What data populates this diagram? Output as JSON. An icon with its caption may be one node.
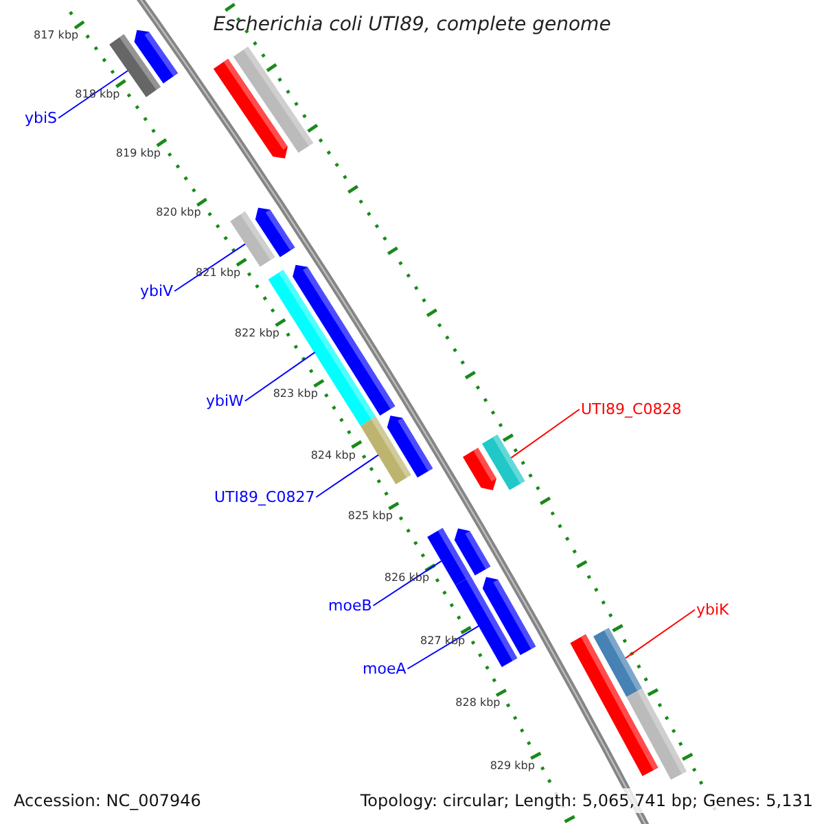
{
  "diagram": {
    "title": "Escherichia coli UTI89, complete genome",
    "nodes": [
      {
        "text": [
          "ybiS"
        ]
      },
      {
        "text": [],
        "shape": "bar"
      },
      {
        "text": [
          "ybiV"
        ]
      },
      {
        "text": [],
        "shape": "bar"
      },
      {
        "text": [
          "ybiW"
        ]
      },
      {
        "text": [],
        "shape": "bar"
      },
      {
        "text": [
          "UTI89_C0828"
        ]
      },
      {
        "text": [],
        "shape": "bar"
      },
      {
        "text": [
          "UTI89_C0827"
        ]
      },
      {
        "text": [],
        "shape": "bar"
      },
      {
        "text": [
          "moeB"
        ]
      },
      {
        "text": [],
        "shape": "bar"
      },
      {
        "text": [
          "ybiK"
        ]
      },
      {
        "text": [],
        "shape": "bar"
      },
      {
        "text": [
          "moeA"
        ]
      },
      {
        "text": [],
        "shape": "bar"
      },
      {
        "text": [],
        "shape": "bar"
      },
      {
        "text": [],
        "shape": "bar"
      },
      {
        "text": [],
        "shape": "bar"
      },
      {
        "text": [],
        "shape": "bar"
      },
      {
        "text": [],
        "shape": "bar"
      },
      {
        "text": [],
        "shape": "bar"
      },
      {
        "text": [],
        "shape": "bar"
      },
      {
        "text": [],
        "shape": "bar"
      },
      {
        "text": [],
        "shape": "bar"
      },
      {
        "text": [],
        "shape": "bar"
      },
      {
        "text": [],
        "shape": "bar"
      }
    ],
    "edges": [
      {
        "from": 0,
        "to": 1,
        "arrow": "none"
      },
      {
        "from": 2,
        "to": 3,
        "arrow": "none"
      },
      {
        "from": 4,
        "to": 5,
        "arrow": "none"
      },
      {
        "from": 6,
        "to": 7,
        "arrow": "none",
        "color": "#ff0000"
      },
      {
        "from": 8,
        "to": 9,
        "arrow": "none"
      },
      {
        "from": 10,
        "to": 11,
        "arrow": "none"
      },
      {
        "from": 12,
        "to": 13,
        "arrow": "none",
        "color": "#ff0000"
      },
      {
        "from": 14,
        "to": 15,
        "arrow": "none"
      }
    ],
    "labels": [
      "817 kbp",
      "818 kbp",
      "819 kbp",
      "820 kbp",
      "821 kbp",
      "822 kbp",
      "823 kbp",
      "824 kbp",
      "825 kbp",
      "826 kbp",
      "827 kbp",
      "828 kbp",
      "829 kbp",
      "Accession: NC_007946",
      "Topology: circular; Length: 5,065,741 bp; Genes: 5,131"
    ]
  }
}
